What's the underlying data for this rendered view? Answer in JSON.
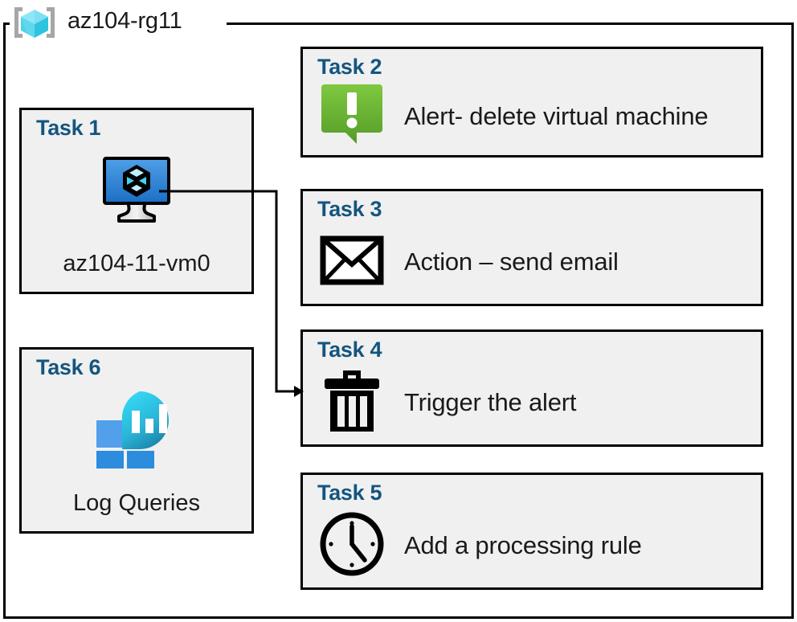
{
  "resource_group": {
    "name": "az104-rg11",
    "icon": "resource-group-cube-icon"
  },
  "colors": {
    "task_title": "#14557f",
    "card_fill": "#f0f0f0",
    "card_border": "#000000",
    "alert_green_light": "#7ac143",
    "alert_green_dark": "#5a9e2d",
    "vm_blue_light": "#4a9ae8",
    "vm_blue_dark": "#1c70c4",
    "log_cyan": "#32d0ef",
    "log_teal": "#1b82a8",
    "log_blue_light": "#52a0eb",
    "log_blue_dark": "#2c8cdd",
    "rg_icon_cube": "#4fd2e8",
    "rg_icon_bracket": "#a6a6a6",
    "icon_black": "#000000",
    "text": "#1a1a1a"
  },
  "cards": [
    {
      "id": "task-1",
      "title": "Task 1",
      "caption": "az104-11-vm0",
      "icon": "virtual-machine-icon",
      "column": "left"
    },
    {
      "id": "task-6",
      "title": "Task 6",
      "caption": "Log Queries",
      "icon": "log-analytics-icon",
      "column": "left"
    },
    {
      "id": "task-2",
      "title": "Task 2",
      "label": "Alert- delete virtual machine",
      "icon": "alert-exclamation-icon",
      "column": "right"
    },
    {
      "id": "task-3",
      "title": "Task 3",
      "label": "Action – send email",
      "icon": "envelope-icon",
      "column": "right"
    },
    {
      "id": "task-4",
      "title": "Task 4",
      "label": "Trigger the alert",
      "icon": "trash-delete-icon",
      "column": "right"
    },
    {
      "id": "task-5",
      "title": "Task 5",
      "label": "Add a processing rule",
      "icon": "clock-icon",
      "column": "right"
    }
  ],
  "connector": {
    "from": "task-1-virtual-machine-icon",
    "to": "task-4",
    "arrow": "arrowhead-right"
  }
}
